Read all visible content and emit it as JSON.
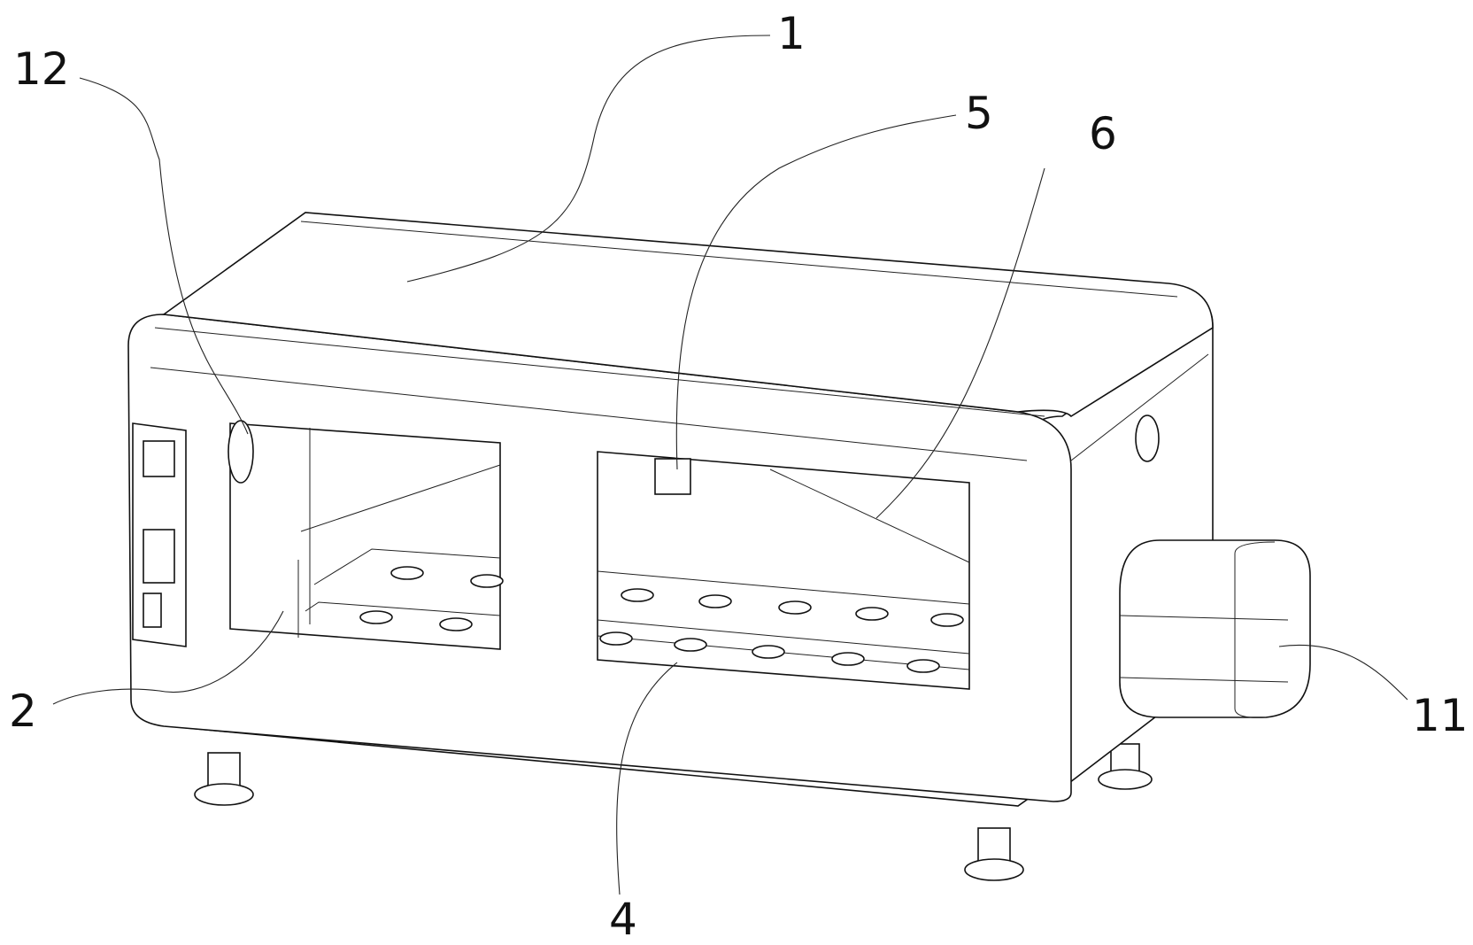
{
  "figure": {
    "labels": {
      "housing": "1",
      "mixer": "2",
      "roller_rack": "4",
      "nozzle": "5",
      "rail": "6",
      "motor_box": "11",
      "fan": "12"
    }
  }
}
